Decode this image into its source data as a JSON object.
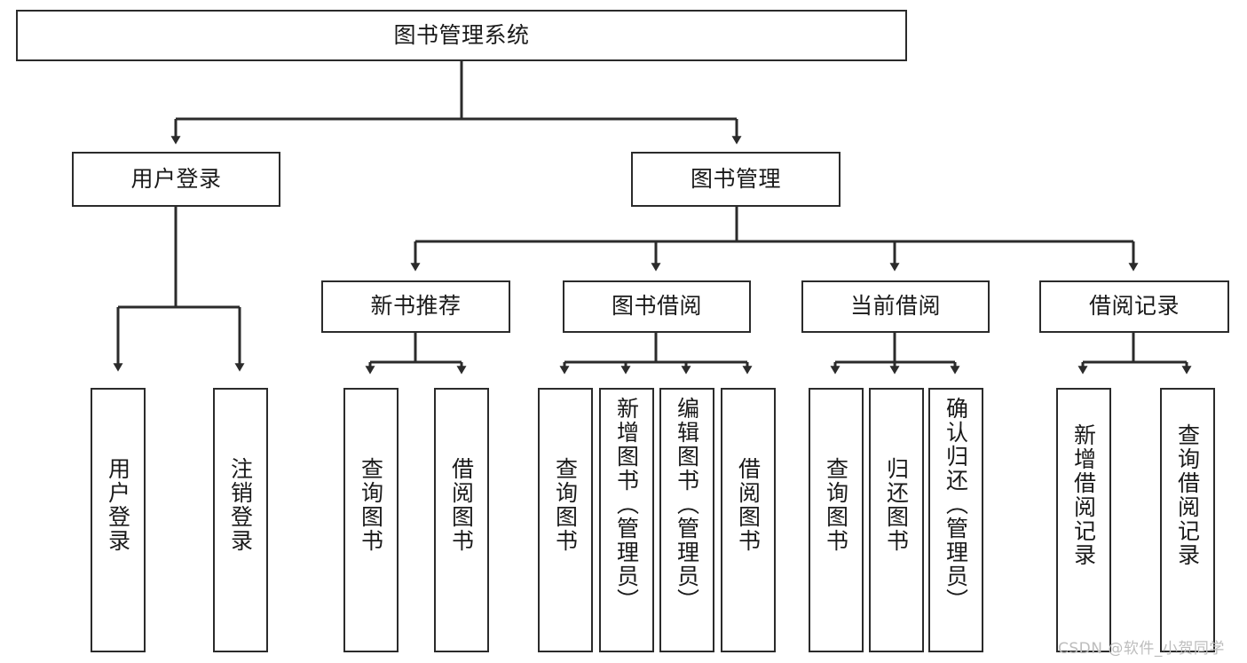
{
  "diagram": {
    "title": "图书管理系统",
    "type": "hierarchy-tree",
    "root": {
      "id": "root",
      "label": "图书管理系统",
      "orientation": "horizontal"
    },
    "level2": [
      {
        "id": "user-login",
        "label": "用户登录",
        "orientation": "horizontal"
      },
      {
        "id": "book-management",
        "label": "图书管理",
        "orientation": "horizontal"
      }
    ],
    "level3": [
      {
        "id": "new-book-recommend",
        "label": "新书推荐",
        "orientation": "horizontal",
        "parent": "book-management"
      },
      {
        "id": "book-borrow",
        "label": "图书借阅",
        "orientation": "horizontal",
        "parent": "book-management"
      },
      {
        "id": "current-borrow",
        "label": "当前借阅",
        "orientation": "horizontal",
        "parent": "book-management"
      },
      {
        "id": "borrow-record",
        "label": "借阅记录",
        "orientation": "horizontal",
        "parent": "book-management"
      }
    ],
    "leaves": [
      {
        "id": "leaf-user-login",
        "label": "用户登录",
        "orientation": "vertical",
        "parent": "user-login"
      },
      {
        "id": "leaf-logout",
        "label": "注销登录",
        "orientation": "vertical",
        "parent": "user-login"
      },
      {
        "id": "leaf-query-book-1",
        "label": "查询图书",
        "orientation": "vertical",
        "parent": "new-book-recommend"
      },
      {
        "id": "leaf-borrow-book-1",
        "label": "借阅图书",
        "orientation": "vertical",
        "parent": "new-book-recommend"
      },
      {
        "id": "leaf-query-book-2",
        "label": "查询图书",
        "orientation": "vertical",
        "parent": "book-borrow"
      },
      {
        "id": "leaf-add-book",
        "label": "新增图书（管理员）",
        "orientation": "vertical",
        "parent": "book-borrow"
      },
      {
        "id": "leaf-edit-book",
        "label": "编辑图书（管理员）",
        "orientation": "vertical",
        "parent": "book-borrow"
      },
      {
        "id": "leaf-borrow-book-2",
        "label": "借阅图书",
        "orientation": "vertical",
        "parent": "book-borrow"
      },
      {
        "id": "leaf-query-book-3",
        "label": "查询图书",
        "orientation": "vertical",
        "parent": "current-borrow"
      },
      {
        "id": "leaf-return-book",
        "label": "归还图书",
        "orientation": "vertical",
        "parent": "current-borrow"
      },
      {
        "id": "leaf-confirm-return",
        "label": "确认归还（管理员）",
        "orientation": "vertical",
        "parent": "current-borrow"
      },
      {
        "id": "leaf-add-record",
        "label": "新增借阅记录",
        "orientation": "vertical",
        "parent": "borrow-record"
      },
      {
        "id": "leaf-query-record",
        "label": "查询借阅记录",
        "orientation": "vertical",
        "parent": "borrow-record"
      }
    ],
    "colors": {
      "stroke": "#2b2b2b",
      "fill": "#ffffff",
      "text": "#1a1a1a",
      "watermark": "#bdbdbd"
    }
  },
  "watermark": {
    "text": "CSDN @软件_小贺同学"
  }
}
